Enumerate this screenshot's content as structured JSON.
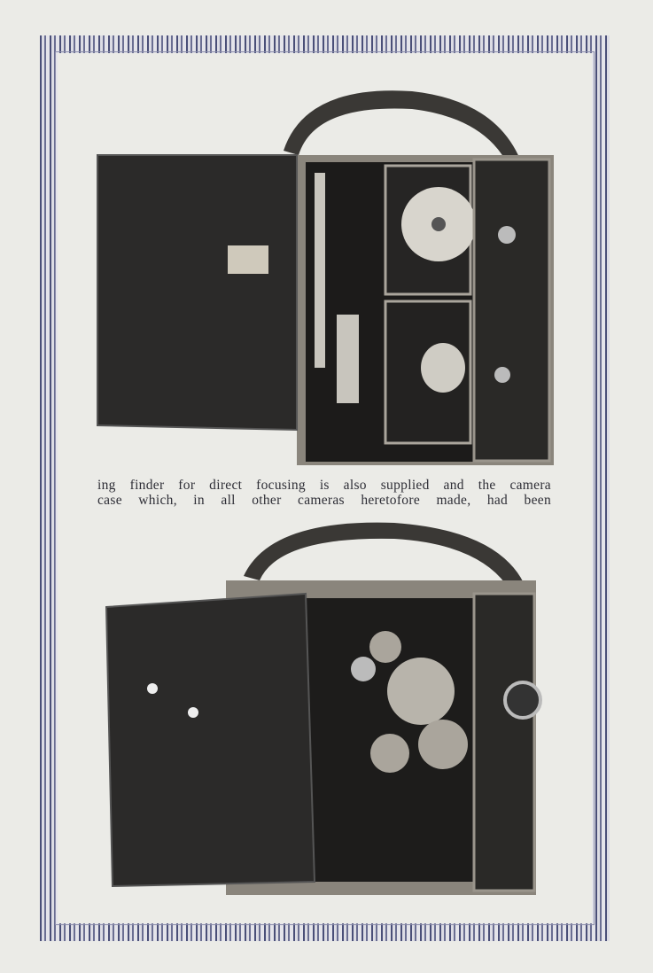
{
  "page": {
    "text_lines": [
      "ing finder for direct focusing is also supplied and the camera",
      "case which, in all other cameras heretofore made, had been"
    ],
    "figures": [
      "camera-open-film-magazines",
      "camera-open-gear-mechanism"
    ]
  }
}
